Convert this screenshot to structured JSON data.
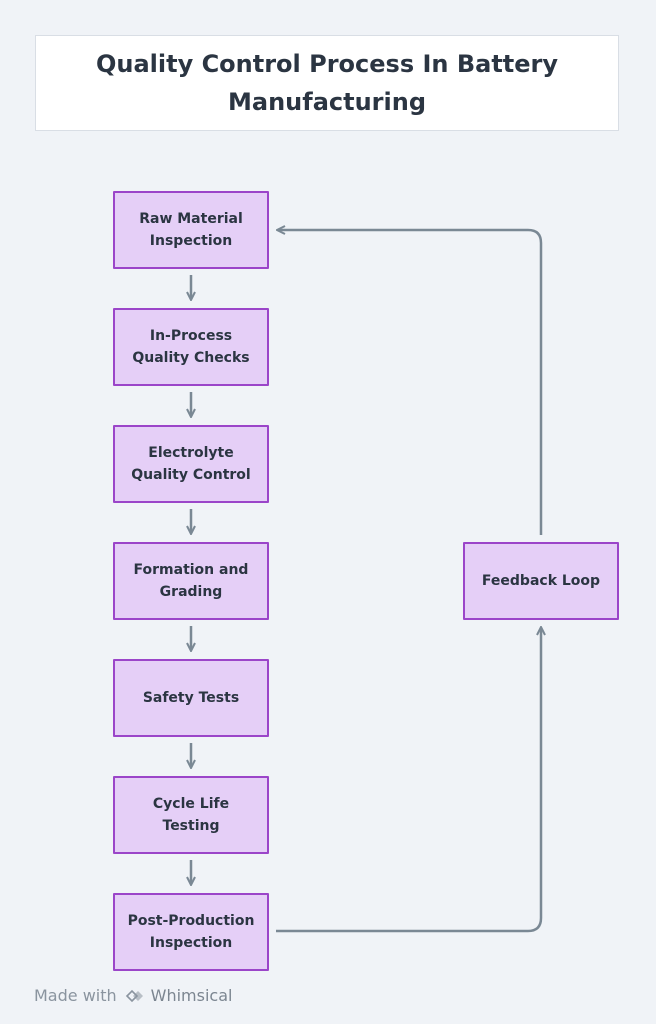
{
  "diagram": {
    "title": "Quality Control Process In Battery Manufacturing",
    "nodes": [
      {
        "id": "raw-material-inspection",
        "label": "Raw Material Inspection"
      },
      {
        "id": "in-process-quality-checks",
        "label": "In-Process Quality Checks"
      },
      {
        "id": "electrolyte-quality-control",
        "label": "Electrolyte Quality Control"
      },
      {
        "id": "formation-and-grading",
        "label": "Formation and Grading"
      },
      {
        "id": "safety-tests",
        "label": "Safety Tests"
      },
      {
        "id": "cycle-life-testing",
        "label": "Cycle Life Testing"
      },
      {
        "id": "post-production-inspection",
        "label": "Post-Production Inspection"
      },
      {
        "id": "feedback-loop",
        "label": "Feedback Loop"
      }
    ],
    "edges": [
      {
        "from": "raw-material-inspection",
        "to": "in-process-quality-checks"
      },
      {
        "from": "in-process-quality-checks",
        "to": "electrolyte-quality-control"
      },
      {
        "from": "electrolyte-quality-control",
        "to": "formation-and-grading"
      },
      {
        "from": "formation-and-grading",
        "to": "safety-tests"
      },
      {
        "from": "safety-tests",
        "to": "cycle-life-testing"
      },
      {
        "from": "cycle-life-testing",
        "to": "post-production-inspection"
      },
      {
        "from": "post-production-inspection",
        "to": "feedback-loop"
      },
      {
        "from": "feedback-loop",
        "to": "raw-material-inspection"
      }
    ],
    "colors": {
      "node_fill": "#e5cff7",
      "node_border": "#9b45c9",
      "edge": "#7a8894",
      "text": "#2b3542"
    }
  },
  "footer": {
    "made_with": "Made with",
    "brand": "Whimsical",
    "logo_icon": "whimsical-logo-icon"
  }
}
